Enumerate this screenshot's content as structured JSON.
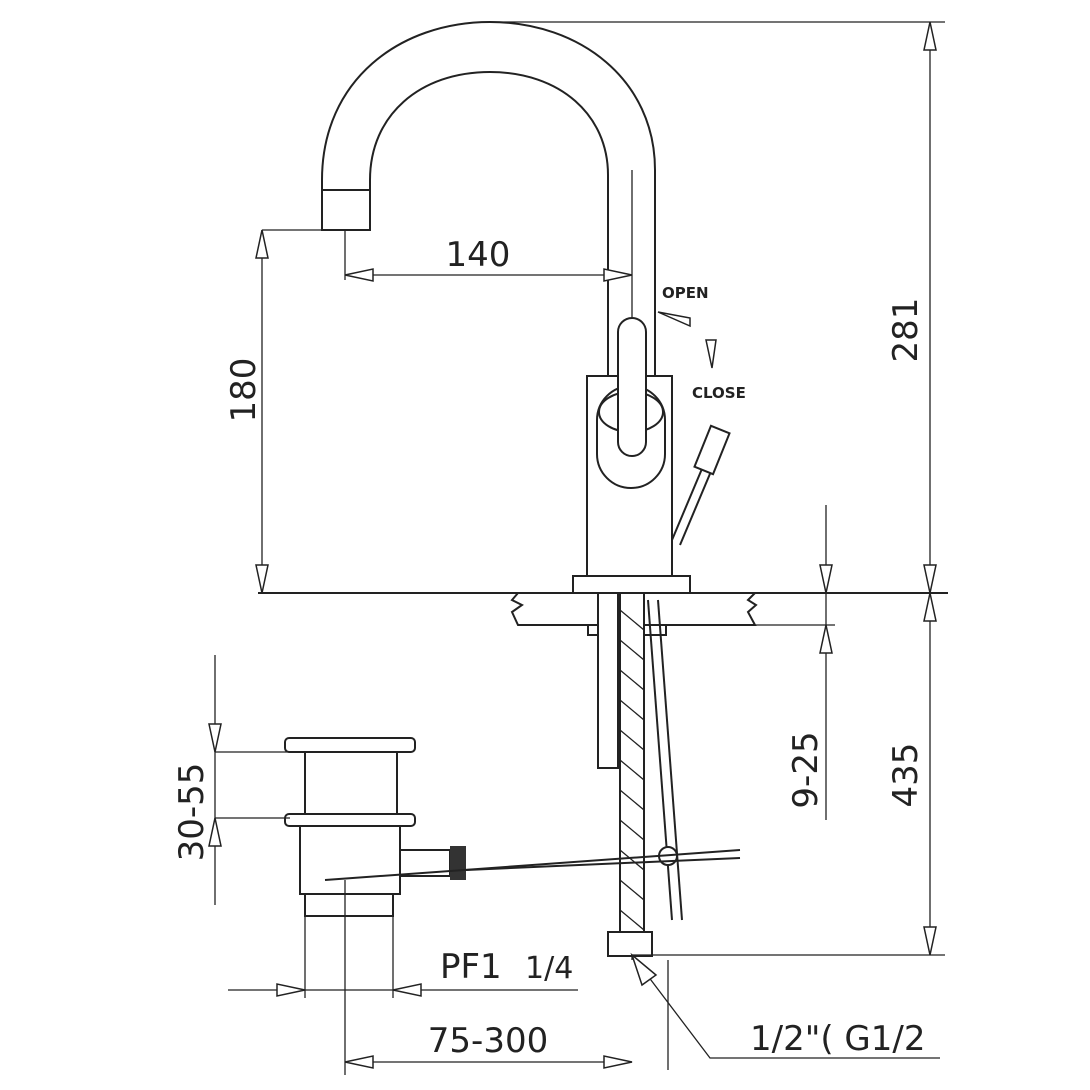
{
  "dimensions": {
    "spout_reach": "140",
    "spout_height": "180",
    "total_height": "281",
    "counter_thickness": "9-25",
    "hose_length": "435",
    "drain_height": "30-55",
    "drain_thread": "PF1",
    "drain_thread_fraction": "1/4",
    "drain_distance": "75-300",
    "hose_connection": "1/2\"( G1/2"
  },
  "labels": {
    "open": "OPEN",
    "close": "CLOSE"
  }
}
